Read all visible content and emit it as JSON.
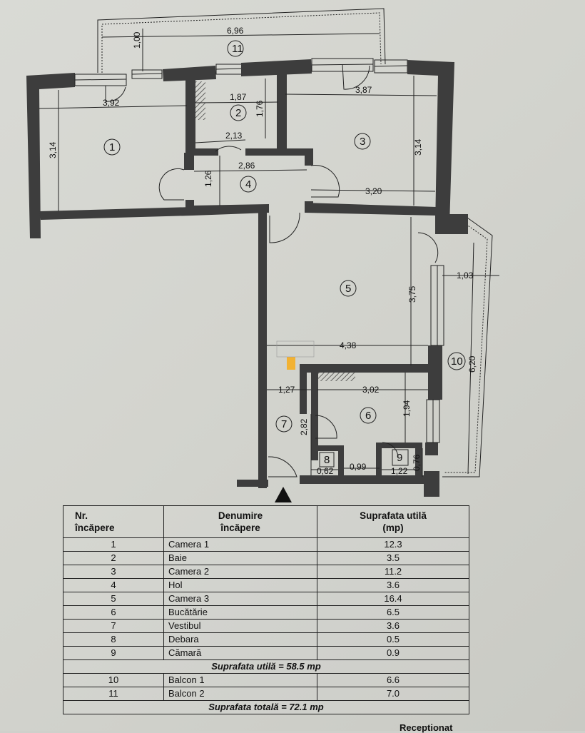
{
  "plan": {
    "dimensions": {
      "balcony2_width": "6,96",
      "balcony2_depth": "1,00",
      "room1_width": "3,92",
      "room1_depth": "3,14",
      "bath_width": "1,87",
      "bath_depth": "1,76",
      "bath_inner": "2,13",
      "room3_width": "3,87",
      "room3_depth": "3,14",
      "hall_width": "2,86",
      "hall_depth": "1,26",
      "corridor_length": "3,20",
      "room5_width": "4,38",
      "room5_depth": "3,75",
      "balcony1_width": "1,03",
      "balcony1_length": "6,20",
      "vestibule_width": "1,27",
      "vestibule_depth": "2,82",
      "kitchen_width": "3,02",
      "kitchen_depth": "1,94",
      "storage_width": "0,62",
      "mid_width": "0,99",
      "pantry_width": "1,22",
      "pantry_depth": "0,76"
    },
    "room_numbers": {
      "r1": "1",
      "r2": "2",
      "r3": "3",
      "r4": "4",
      "r5": "5",
      "r6": "6",
      "r7": "7",
      "r8": "8",
      "r9": "9",
      "r10": "10",
      "r11": "11"
    }
  },
  "table": {
    "headers": {
      "nr_line1": "Nr.",
      "nr_line2": "încăpere",
      "name_line1": "Denumire",
      "name_line2": "încăpere",
      "area_line1": "Suprafata utilă",
      "area_line2": "(mp)"
    },
    "rows": [
      {
        "nr": "1",
        "name": "Camera 1",
        "area": "12.3"
      },
      {
        "nr": "2",
        "name": "Baie",
        "area": "3.5"
      },
      {
        "nr": "3",
        "name": "Camera 2",
        "area": "11.2"
      },
      {
        "nr": "4",
        "name": "Hol",
        "area": "3.6"
      },
      {
        "nr": "5",
        "name": "Camera 3",
        "area": "16.4"
      },
      {
        "nr": "6",
        "name": "Bucătărie",
        "area": "6.5"
      },
      {
        "nr": "7",
        "name": "Vestibul",
        "area": "3.6"
      },
      {
        "nr": "8",
        "name": "Debara",
        "area": "0.5"
      },
      {
        "nr": "9",
        "name": "Cămară",
        "area": "0.9"
      }
    ],
    "usable_total": "Suprafata utilă = 58.5 mp",
    "balcony_rows": [
      {
        "nr": "10",
        "name": "Balcon 1",
        "area": "6.6"
      },
      {
        "nr": "11",
        "name": "Balcon 2",
        "area": "7.0"
      }
    ],
    "grand_total": "Suprafata totală = 72.1 mp"
  },
  "footer": {
    "stamp_text": "Receptionat"
  },
  "colors": {
    "wall": "#3d3d3d",
    "paper": "#d6d7d1",
    "ink": "#111111"
  }
}
